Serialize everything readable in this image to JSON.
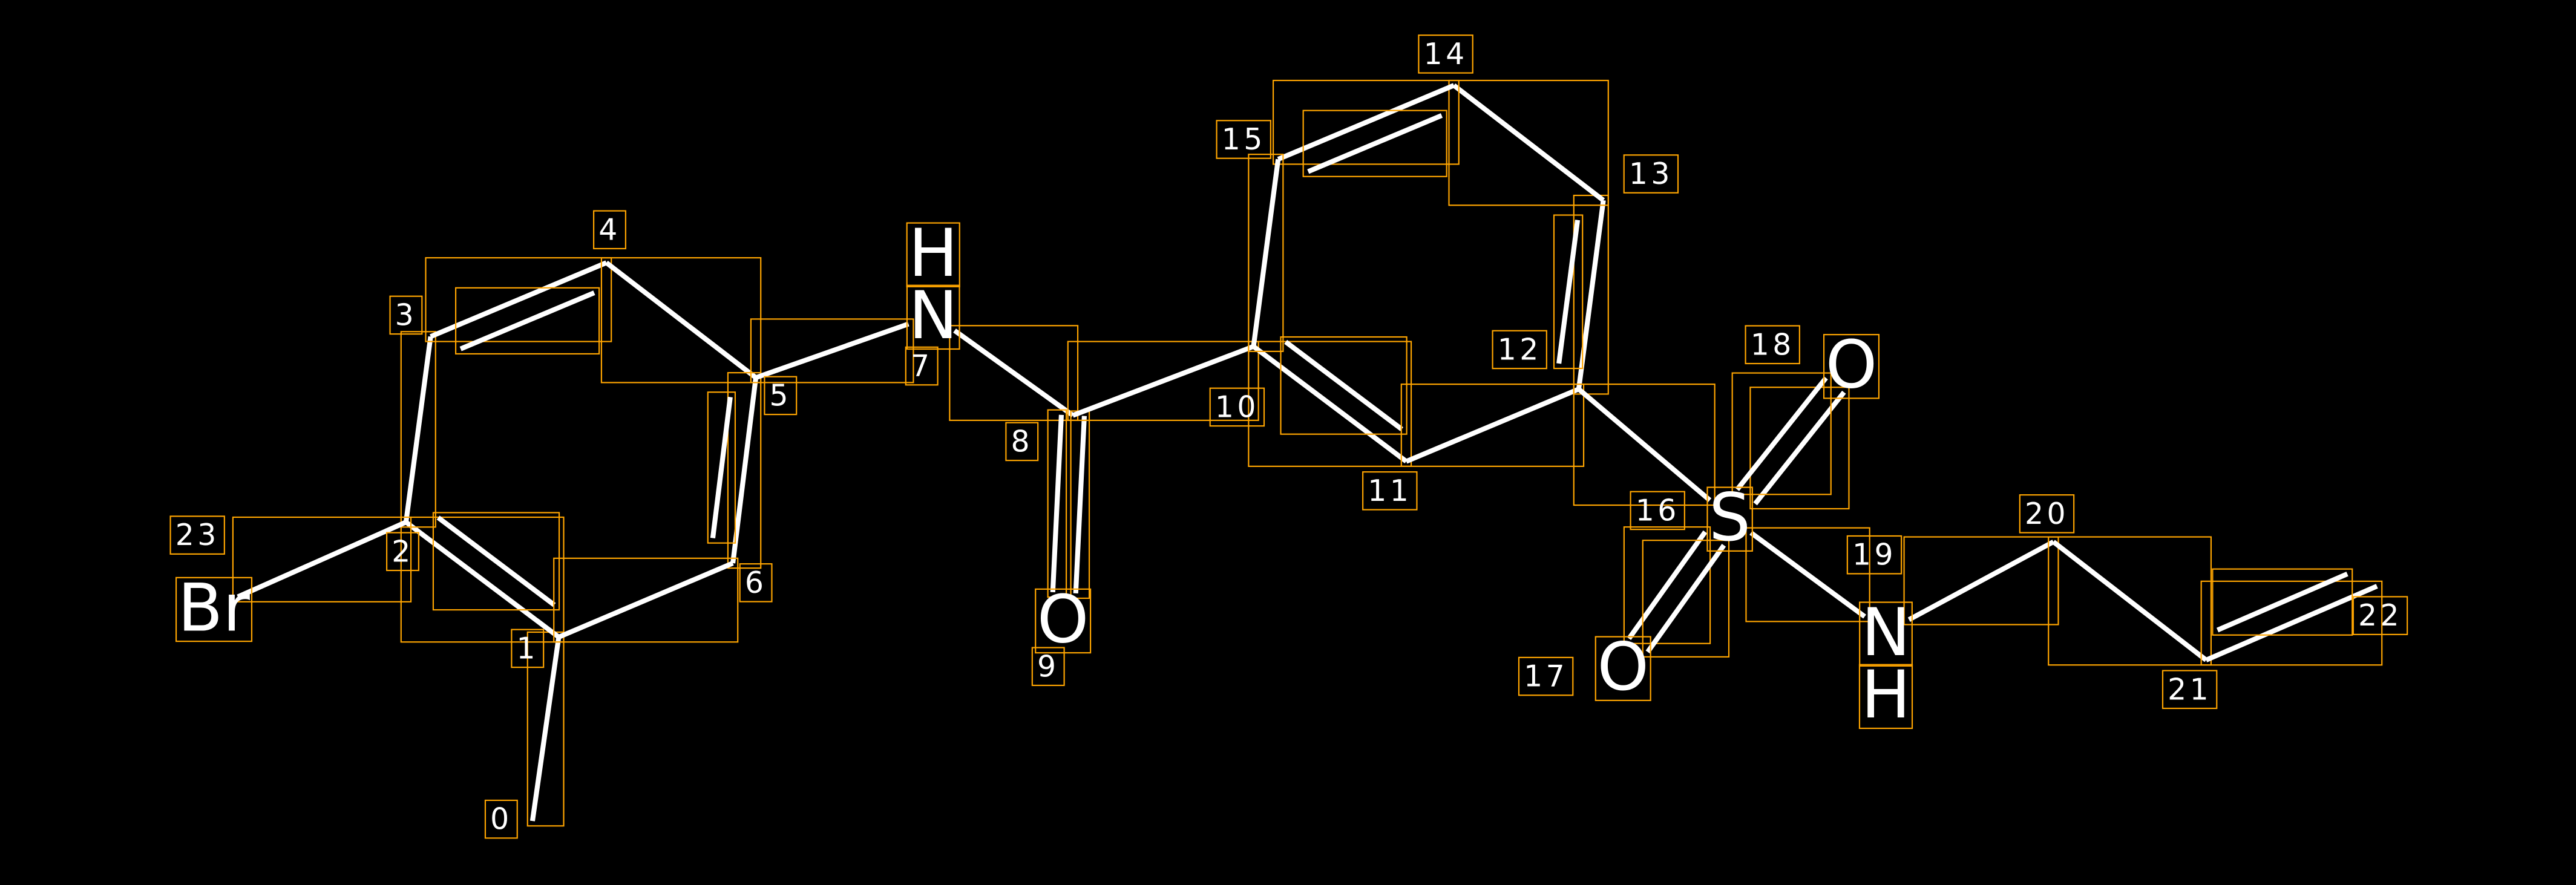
{
  "diagram": {
    "type": "molecule-annotation",
    "colors": {
      "background": "#000000",
      "bond": "#ffffff",
      "box": "#ffa500",
      "text": "#ffffff"
    },
    "atoms": [
      {
        "index": "0",
        "element": ""
      },
      {
        "index": "1",
        "element": ""
      },
      {
        "index": "2",
        "element": ""
      },
      {
        "index": "3",
        "element": ""
      },
      {
        "index": "4",
        "element": ""
      },
      {
        "index": "5",
        "element": ""
      },
      {
        "index": "6",
        "element": ""
      },
      {
        "index": "7",
        "element": "N",
        "hydrogen": "H"
      },
      {
        "index": "8",
        "element": ""
      },
      {
        "index": "9",
        "element": "O"
      },
      {
        "index": "10",
        "element": ""
      },
      {
        "index": "11",
        "element": ""
      },
      {
        "index": "12",
        "element": ""
      },
      {
        "index": "13",
        "element": ""
      },
      {
        "index": "14",
        "element": ""
      },
      {
        "index": "15",
        "element": ""
      },
      {
        "index": "16",
        "element": "S"
      },
      {
        "index": "17",
        "element": "O"
      },
      {
        "index": "18",
        "element": "O"
      },
      {
        "index": "19",
        "element": "N",
        "hydrogen": "H"
      },
      {
        "index": "20",
        "element": ""
      },
      {
        "index": "21",
        "element": ""
      },
      {
        "index": "22",
        "element": ""
      },
      {
        "index": "23",
        "element": "Br"
      }
    ],
    "bonds": [
      {
        "a": 0,
        "b": 1,
        "order": 1
      },
      {
        "a": 1,
        "b": 2,
        "order": 2
      },
      {
        "a": 2,
        "b": 3,
        "order": 1
      },
      {
        "a": 3,
        "b": 4,
        "order": 2
      },
      {
        "a": 4,
        "b": 5,
        "order": 1
      },
      {
        "a": 5,
        "b": 6,
        "order": 2
      },
      {
        "a": 6,
        "b": 1,
        "order": 1
      },
      {
        "a": 5,
        "b": 7,
        "order": 1
      },
      {
        "a": 7,
        "b": 8,
        "order": 1
      },
      {
        "a": 8,
        "b": 9,
        "order": 2
      },
      {
        "a": 8,
        "b": 10,
        "order": 1
      },
      {
        "a": 10,
        "b": 11,
        "order": 2
      },
      {
        "a": 11,
        "b": 12,
        "order": 1
      },
      {
        "a": 12,
        "b": 13,
        "order": 2
      },
      {
        "a": 13,
        "b": 14,
        "order": 1
      },
      {
        "a": 14,
        "b": 15,
        "order": 2
      },
      {
        "a": 15,
        "b": 10,
        "order": 1
      },
      {
        "a": 12,
        "b": 16,
        "order": 1
      },
      {
        "a": 16,
        "b": 17,
        "order": 2
      },
      {
        "a": 16,
        "b": 18,
        "order": 2
      },
      {
        "a": 16,
        "b": 19,
        "order": 1
      },
      {
        "a": 19,
        "b": 20,
        "order": 1
      },
      {
        "a": 20,
        "b": 21,
        "order": 1
      },
      {
        "a": 21,
        "b": 22,
        "order": 2
      },
      {
        "a": 2,
        "b": 23,
        "order": 1
      }
    ]
  }
}
